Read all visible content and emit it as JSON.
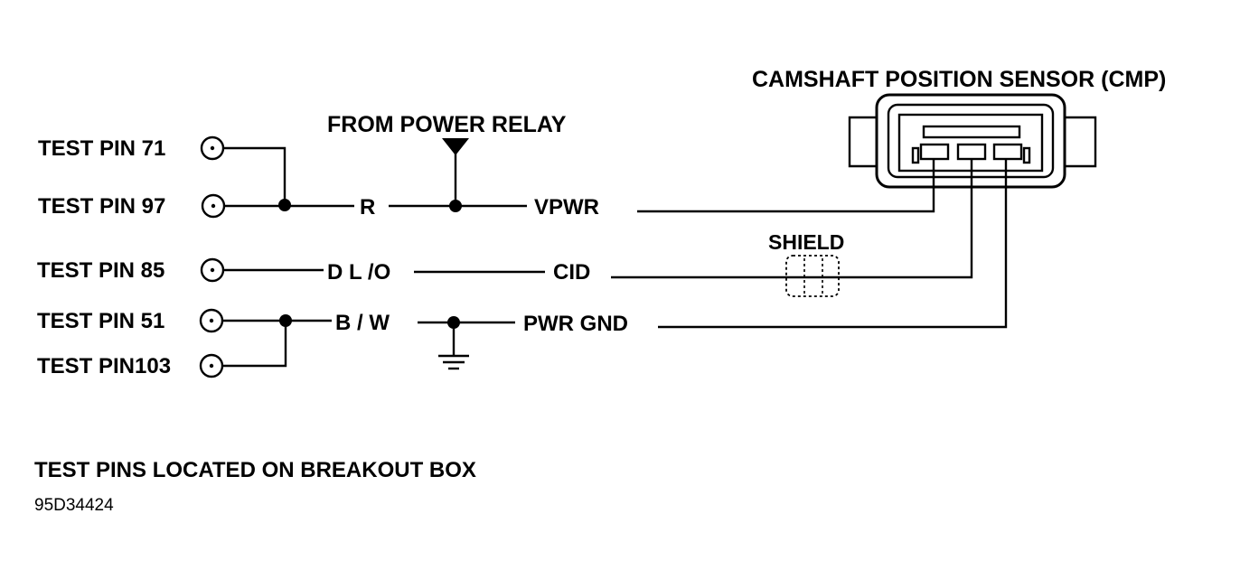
{
  "sensor_title": "CAMSHAFT POSITION SENSOR (CMP)",
  "power_source": "FROM POWER RELAY",
  "test_pins": [
    "TEST PIN 71",
    "TEST PIN 97",
    "TEST PIN 85",
    "TEST PIN 51",
    "TEST PIN103"
  ],
  "wire_colors": {
    "r": "R",
    "dlo": "D L /O",
    "bw": "B / W"
  },
  "circuits": {
    "vpwr": "VPWR",
    "cid": "CID",
    "pwr_gnd": "PWR GND"
  },
  "shield_label": "SHIELD",
  "footnote": "TEST PINS LOCATED ON BREAKOUT BOX",
  "figure_code": "95D34424"
}
